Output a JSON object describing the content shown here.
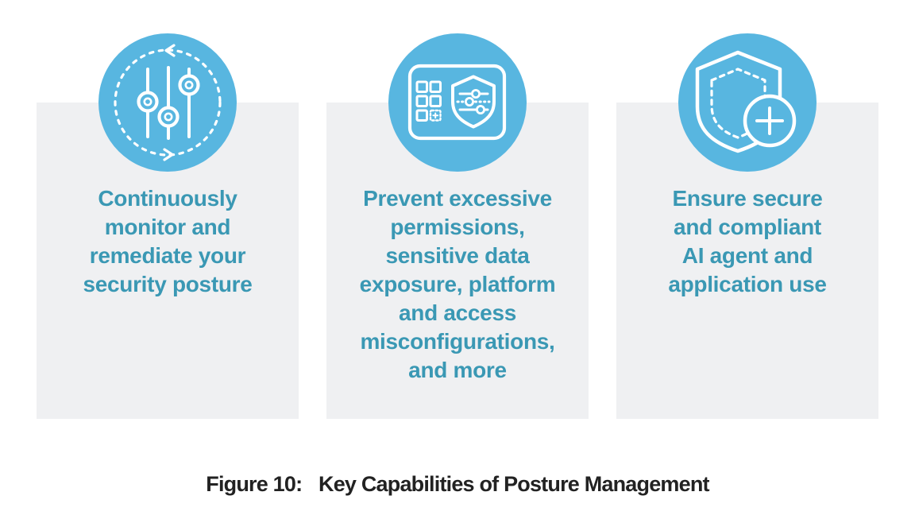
{
  "cards": [
    {
      "icon": "sliders-cycle-icon",
      "text": "Continuously\nmonitor and\nremediate your\nsecurity posture"
    },
    {
      "icon": "dashboard-shield-sliders-icon",
      "text": "Prevent excessive\npermissions,\nsensitive data\nexposure, platform\nand access\nmisconfigurations,\nand more"
    },
    {
      "icon": "shield-plus-icon",
      "text": "Ensure secure\nand compliant\nAI agent and\napplication use"
    }
  ],
  "caption": {
    "label": "Figure 10:",
    "text": "Key Capabilities of Posture Management"
  },
  "colors": {
    "icon_circle_blue": "#58B6E0",
    "card_background": "#EFF0F2",
    "card_text_teal": "#3A98B4",
    "caption_text": "#222222"
  }
}
